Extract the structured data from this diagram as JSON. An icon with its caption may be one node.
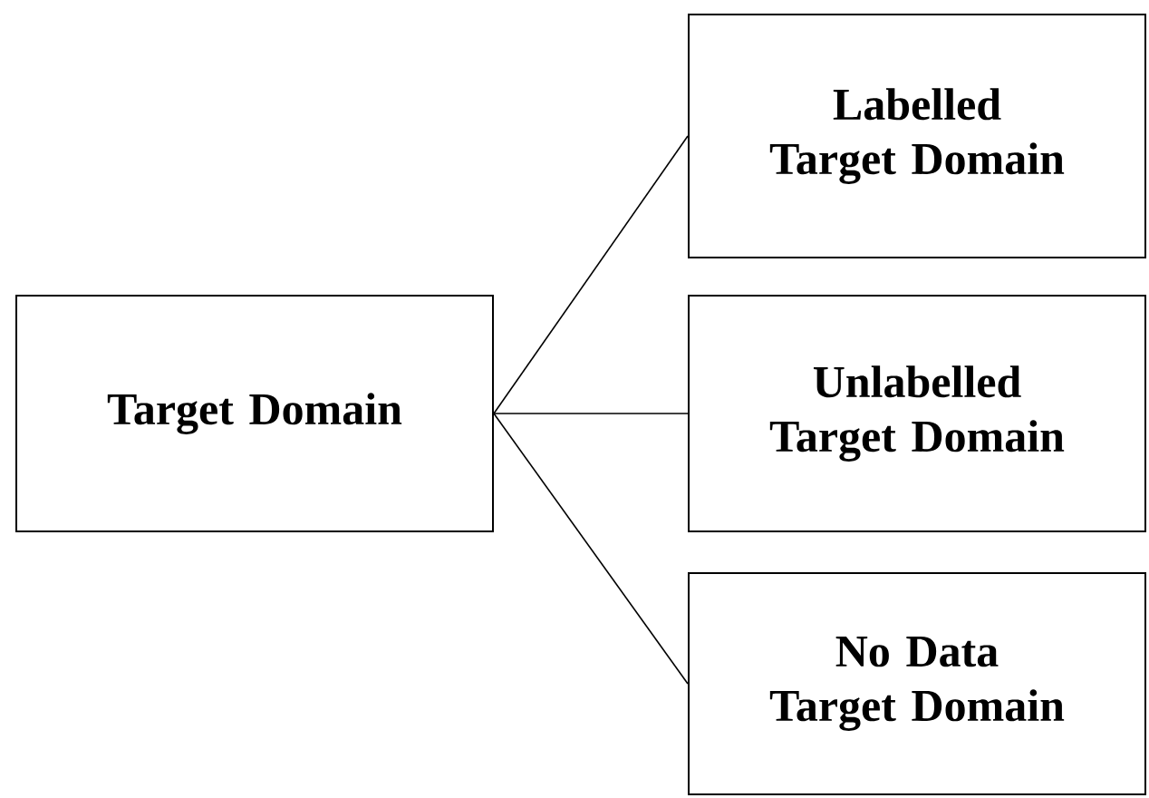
{
  "diagram": {
    "nodes": [
      {
        "text": [
          "Target Domain"
        ]
      },
      {
        "text": [
          "Labelled Target Domain"
        ]
      },
      {
        "text": [
          "Unlabelled Target Domain"
        ]
      },
      {
        "text": [
          "No Data Target Domain"
        ]
      }
    ],
    "edges": [
      {
        "from": 0,
        "to": 1,
        "arrow": "none"
      },
      {
        "from": 0,
        "to": 2,
        "arrow": "none"
      },
      {
        "from": 0,
        "to": 3,
        "arrow": "none"
      }
    ]
  }
}
